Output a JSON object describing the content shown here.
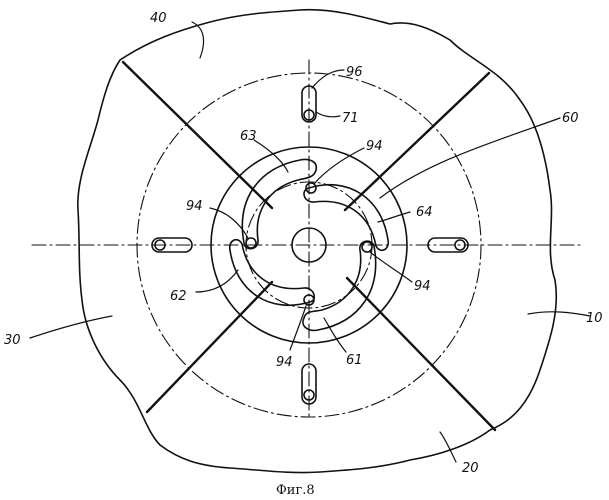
{
  "labels": {
    "r40": "40",
    "r96": "96",
    "r71": "71",
    "r60": "60",
    "r63": "63",
    "r94_top": "94",
    "r94_left": "94",
    "r64": "64",
    "r62": "62",
    "r94_right": "94",
    "r94_bottom": "94",
    "r61": "61",
    "r30": "30",
    "r10": "10",
    "r20": "20"
  },
  "caption": "Фиг.8"
}
